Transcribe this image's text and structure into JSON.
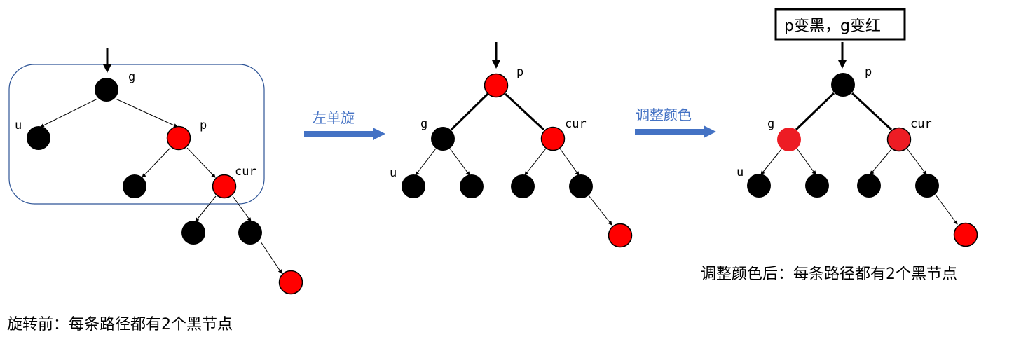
{
  "colors": {
    "red_node": "#FF0000",
    "recolored_red": "#ED1C24",
    "black_node": "#000000",
    "operation_arrow": "#4472C4",
    "frame": "#2F5597"
  },
  "panel_before": {
    "labels": {
      "g": "g",
      "u": "u",
      "p": "p",
      "cur": "cur"
    },
    "caption": "旋转前：每条路径都有2个黑节点"
  },
  "op_rotate": {
    "label": "左单旋"
  },
  "panel_rotated": {
    "labels": {
      "p": "p",
      "g": "g",
      "cur": "cur",
      "u": "u"
    }
  },
  "op_recolor": {
    "label": "调整颜色"
  },
  "panel_after": {
    "note": "p变黑，g变红",
    "labels": {
      "p": "p",
      "g": "g",
      "cur": "cur",
      "u": "u"
    },
    "caption": "调整颜色后：每条路径都有2个黑节点"
  }
}
